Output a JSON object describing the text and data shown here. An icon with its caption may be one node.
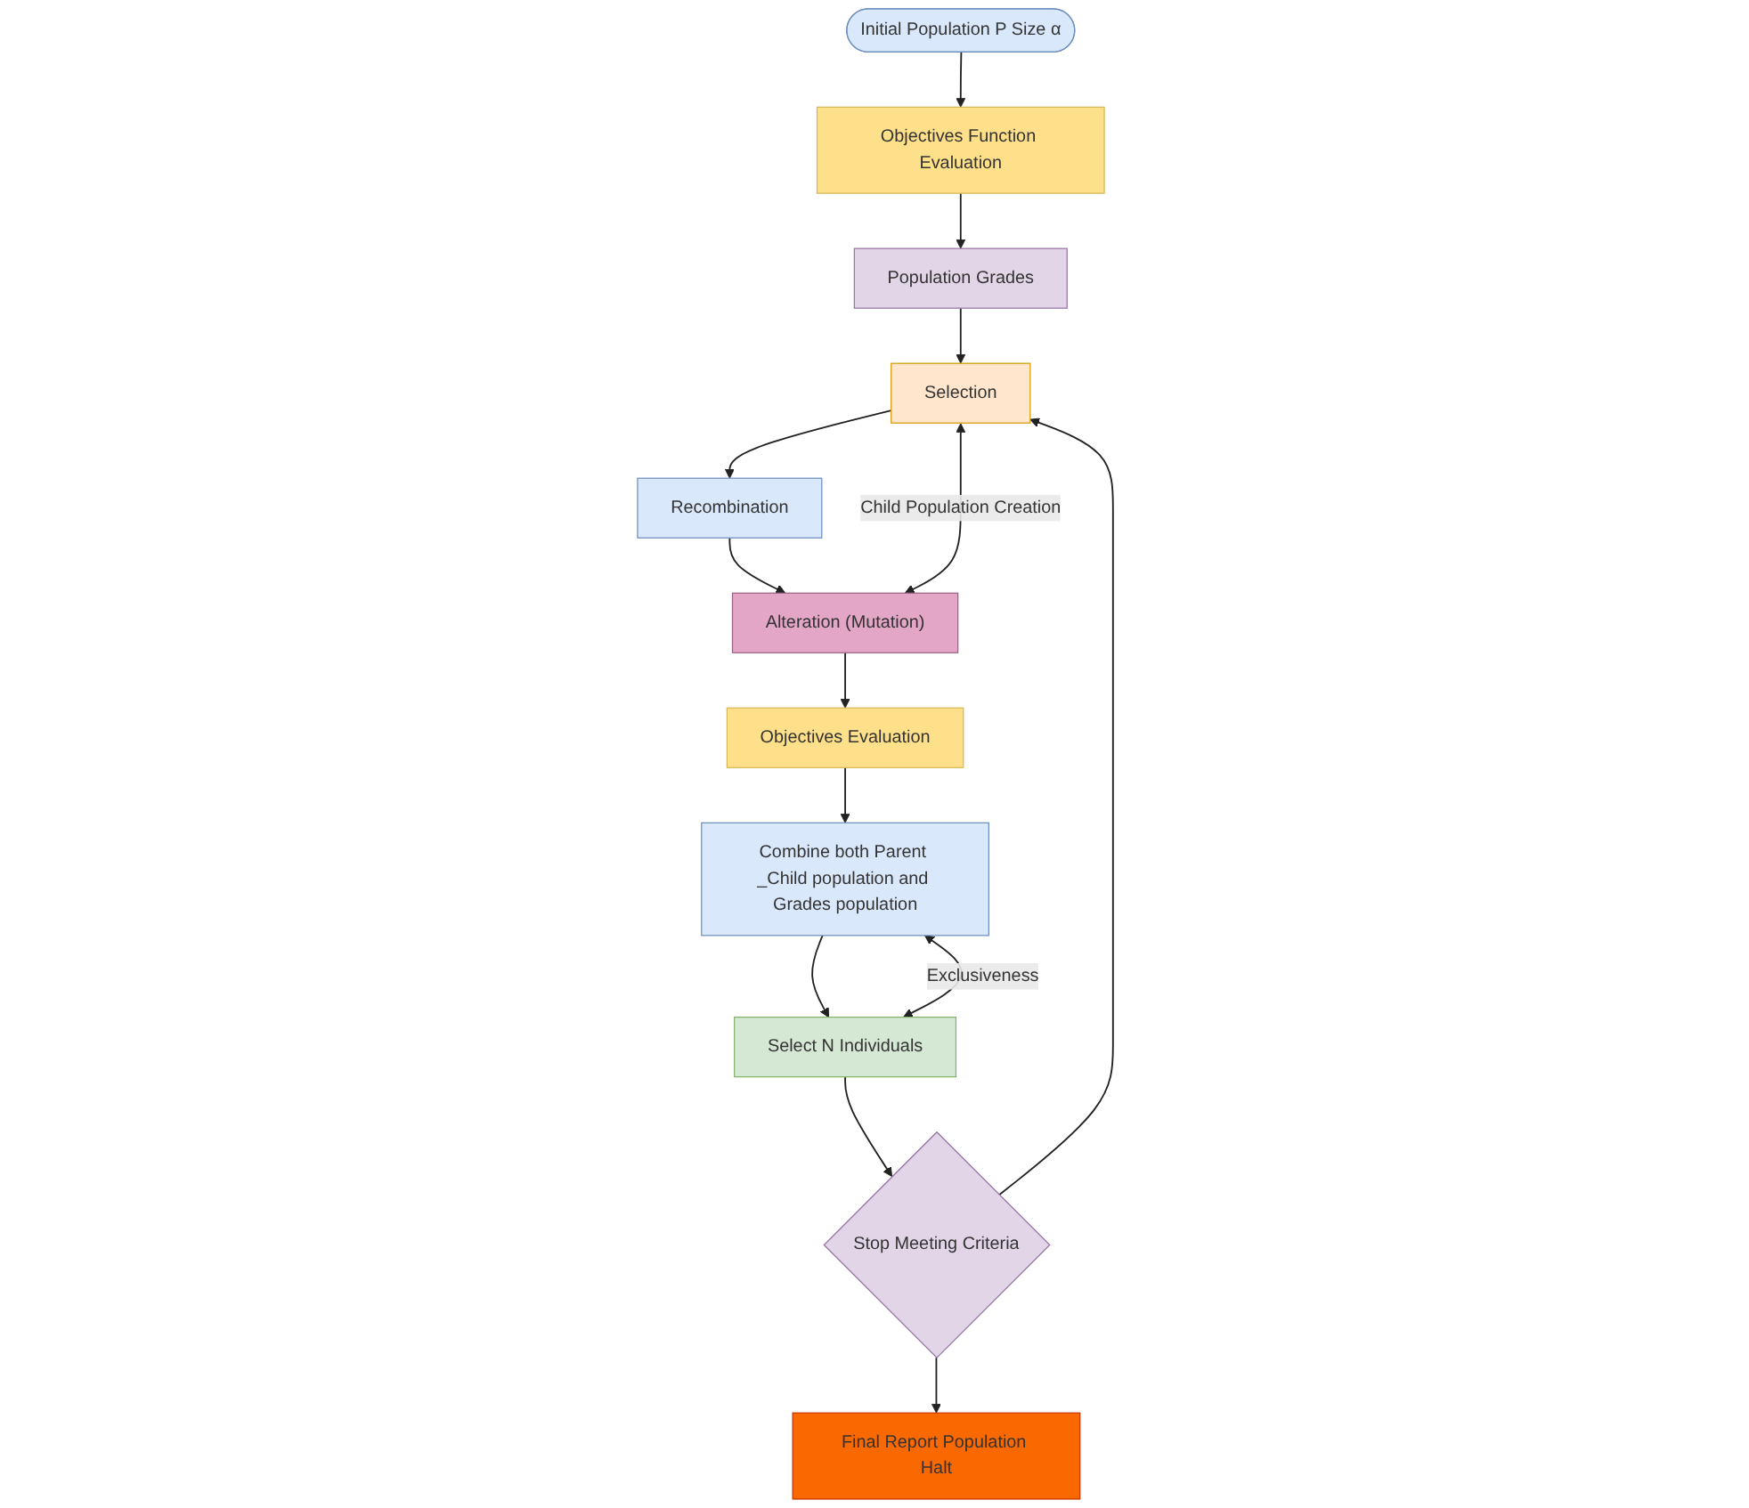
{
  "diagram": {
    "nodes": [
      {
        "text": [
          "Initial Population P Size α"
        ]
      },
      {
        "text": [
          "Objectives Function Evaluation"
        ]
      },
      {
        "text": [
          "Population Grades"
        ]
      },
      {
        "text": [
          "Selection"
        ]
      },
      {
        "text": [
          "Recombination"
        ]
      },
      {
        "text": [
          "Alteration (Mutation)"
        ]
      },
      {
        "text": [
          "Objectives Evaluation"
        ]
      },
      {
        "text": [
          "Combine both Parent _Child population and Grades population"
        ]
      },
      {
        "text": [
          "Select N Individuals"
        ]
      },
      {
        "text": [
          "Stop Meeting Criteria"
        ]
      },
      {
        "text": [
          "Final Report Population Halt"
        ]
      }
    ],
    "edges": [
      {
        "from": 0,
        "to": 1,
        "arrow": "to"
      },
      {
        "from": 1,
        "to": 2,
        "arrow": "to"
      },
      {
        "from": 2,
        "to": 3,
        "arrow": "to"
      },
      {
        "from": 3,
        "to": 4,
        "arrow": "to"
      },
      {
        "from": 4,
        "to": 5,
        "arrow": "to"
      },
      {
        "from": 5,
        "to": 6,
        "arrow": "to"
      },
      {
        "from": 6,
        "to": 7,
        "arrow": "to"
      },
      {
        "from": 7,
        "to": 8,
        "arrow": "to"
      },
      {
        "from": 8,
        "to": 9,
        "arrow": "to"
      },
      {
        "from": 9,
        "to": 10,
        "arrow": "to"
      },
      {
        "from": 9,
        "to": 3,
        "arrow": "to"
      },
      {
        "from": 8,
        "to": 7,
        "arrow": "both",
        "label": "Exclusiveness"
      },
      {
        "from": 3,
        "to": 5,
        "arrow": "both",
        "label": "Child Population Creation"
      }
    ]
  }
}
